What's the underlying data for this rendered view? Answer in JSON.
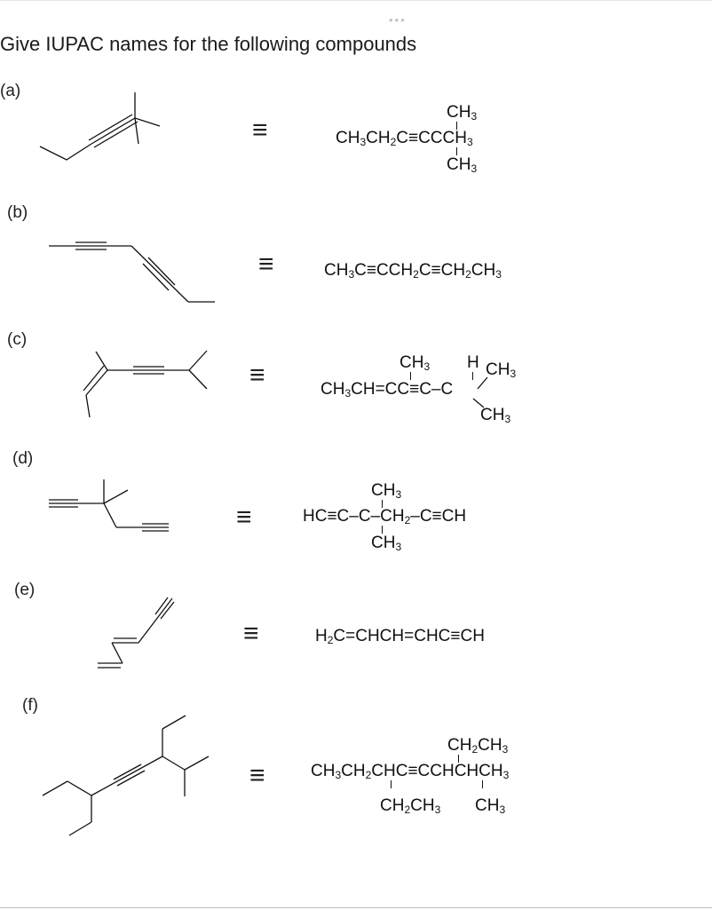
{
  "header": {
    "dots": "•••",
    "title": "Give IUPAC names for the following compounds"
  },
  "equiv_symbol": "≡",
  "parts": [
    {
      "label": "(a)",
      "formula_main": [
        "CH",
        "3",
        "CH",
        "2",
        "C≡CCCH",
        "3"
      ],
      "formula_top": [
        "CH",
        "3"
      ],
      "formula_bottom": [
        "CH",
        "3"
      ]
    },
    {
      "label": "(b)",
      "formula_main": [
        "CH",
        "3",
        "C≡CCH",
        "2",
        "C≡CH",
        "2",
        "CH",
        "3"
      ]
    },
    {
      "label": "(c)",
      "formula_main": [
        "CH",
        "3",
        "CH=CC≡C–C"
      ],
      "formula_top1": [
        "CH",
        "3"
      ],
      "formula_top2": [
        "H"
      ],
      "formula_top3": [
        "CH",
        "3"
      ],
      "formula_bottom": [
        "CH",
        "3"
      ]
    },
    {
      "label": "(d)",
      "formula_main": [
        "HC≡C–C–CH",
        "2",
        "–C≡CH"
      ],
      "formula_top": [
        "CH",
        "3"
      ],
      "formula_bottom": [
        "CH",
        "3"
      ]
    },
    {
      "label": "(e)",
      "formula_main": [
        "H",
        "2",
        "C=CHCH=CHC≡CH"
      ]
    },
    {
      "label": "(f)",
      "formula_main": [
        "CH",
        "3",
        "CH",
        "2",
        "CHC≡CCHCHCH",
        "3"
      ],
      "formula_top": [
        "CH",
        "2",
        "CH",
        "3"
      ],
      "formula_bottom1": [
        "CH",
        "2",
        "CH",
        "3"
      ],
      "formula_bottom2": [
        "CH",
        "3"
      ]
    }
  ]
}
